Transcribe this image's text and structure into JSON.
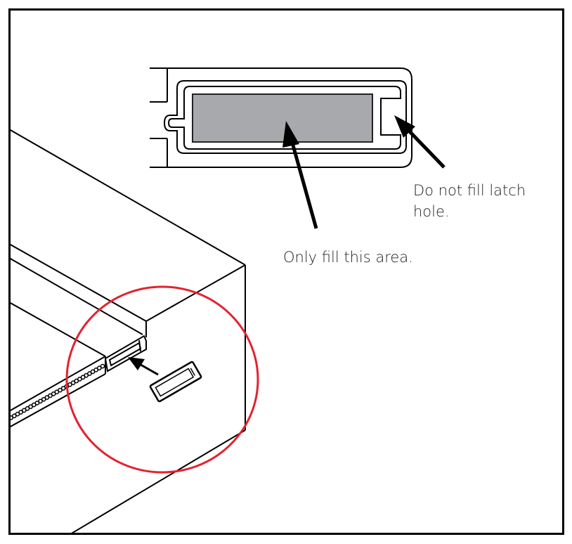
{
  "callouts": {
    "fill_area": "Only fill this area.",
    "latch_line1": "Do not fill latch",
    "latch_line2": "hole."
  },
  "colors": {
    "fill_area": "#a7a9ac",
    "highlight_circle": "#e3222f",
    "line": "#000000"
  },
  "icons": {
    "arrow": "arrow-icon"
  }
}
